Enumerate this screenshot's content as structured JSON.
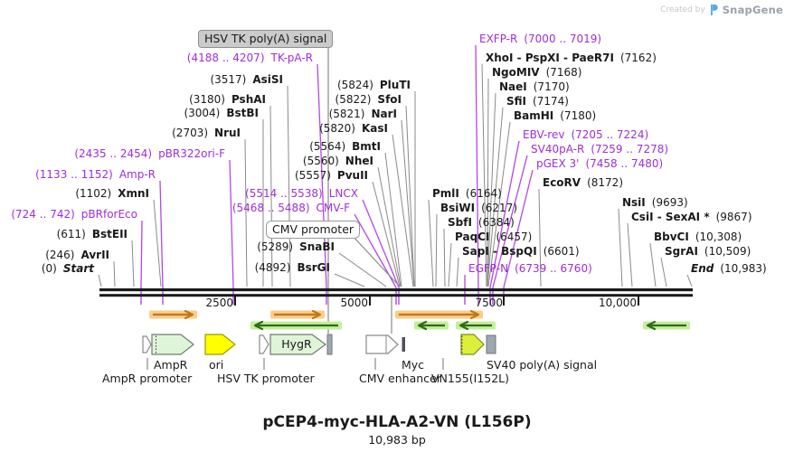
{
  "watermark": {
    "created_by": "Created by",
    "brand": "SnapGene"
  },
  "title": {
    "name": "pCEP4-myc-HLA-A2-VN (L156P)",
    "size": "10,983 bp"
  },
  "ruler": {
    "ticks": [
      "2500",
      "5000",
      "7500",
      "10,000"
    ]
  },
  "boxed_labels": {
    "hsv_tk_polya": "HSV TK poly(A) signal",
    "cmv_promoter": "CMV promoter"
  },
  "features": {
    "ampr": "AmpR",
    "ampr_promoter": "AmpR promoter",
    "ori": "ori",
    "hsv_tk_promoter": "HSV TK promoter",
    "hygr": "HygR",
    "cmv_enhancer": "CMV enhancer",
    "myc": "Myc",
    "vn155": "VN155(I152L)",
    "sv40_polya": "SV40 poly(A) signal"
  },
  "sites": [
    {
      "id": "start",
      "label": "Start",
      "pos": "(0)",
      "kind": "terminus"
    },
    {
      "id": "avrii",
      "label": "AvrII",
      "pos": "(246)",
      "kind": "enzyme"
    },
    {
      "id": "bsteii",
      "label": "BstEII",
      "pos": "(611)",
      "kind": "enzyme"
    },
    {
      "id": "pbrforeco",
      "label": "pBRforEco",
      "pos": "(724 .. 742)",
      "kind": "primer"
    },
    {
      "id": "xmni",
      "label": "XmnI",
      "pos": "(1102)",
      "kind": "enzyme"
    },
    {
      "id": "amp_r",
      "label": "Amp-R",
      "pos": "(1133 .. 1152)",
      "kind": "primer"
    },
    {
      "id": "pbr322ori_f",
      "label": "pBR322ori-F",
      "pos": "(2435 .. 2454)",
      "kind": "primer"
    },
    {
      "id": "nrui",
      "label": "NruI",
      "pos": "(2703)",
      "kind": "enzyme"
    },
    {
      "id": "bstbi",
      "label": "BstBI",
      "pos": "(3004)",
      "kind": "enzyme"
    },
    {
      "id": "pshai",
      "label": "PshAI",
      "pos": "(3180)",
      "kind": "enzyme"
    },
    {
      "id": "asisi",
      "label": "AsiSI",
      "pos": "(3517)",
      "kind": "enzyme"
    },
    {
      "id": "tk_pa_r",
      "label": "TK-pA-R",
      "pos": "(4188 .. 4207)",
      "kind": "primer"
    },
    {
      "id": "bsrgi",
      "label": "BsrGI",
      "pos": "(4892)",
      "kind": "enzyme"
    },
    {
      "id": "snabi",
      "label": "SnaBI",
      "pos": "(5289)",
      "kind": "enzyme"
    },
    {
      "id": "cmv_f",
      "label": "CMV-F",
      "pos": "(5468 .. 5488)",
      "kind": "primer"
    },
    {
      "id": "lncx",
      "label": "LNCX",
      "pos": "(5514 .. 5538)",
      "kind": "primer"
    },
    {
      "id": "pvuii",
      "label": "PvuII",
      "pos": "(5557)",
      "kind": "enzyme"
    },
    {
      "id": "nhei",
      "label": "NheI",
      "pos": "(5560)",
      "kind": "enzyme"
    },
    {
      "id": "bmti",
      "label": "BmtI",
      "pos": "(5564)",
      "kind": "enzyme"
    },
    {
      "id": "kasi",
      "label": "KasI",
      "pos": "(5820)",
      "kind": "enzyme"
    },
    {
      "id": "nari",
      "label": "NarI",
      "pos": "(5821)",
      "kind": "enzyme"
    },
    {
      "id": "sfoi",
      "label": "SfoI",
      "pos": "(5822)",
      "kind": "enzyme"
    },
    {
      "id": "pluti",
      "label": "PluTI",
      "pos": "(5824)",
      "kind": "enzyme"
    },
    {
      "id": "exfp_r",
      "label": "EXFP-R",
      "pos": "(7000 .. 7019)",
      "kind": "primer"
    },
    {
      "id": "xhoi",
      "label": "XhoI - PspXI - PaeR7I",
      "pos": "(7162)",
      "kind": "enzyme"
    },
    {
      "id": "ngomiv",
      "label": "NgoMIV",
      "pos": "(7168)",
      "kind": "enzyme"
    },
    {
      "id": "naei",
      "label": "NaeI",
      "pos": "(7170)",
      "kind": "enzyme"
    },
    {
      "id": "sfii",
      "label": "SfiI",
      "pos": "(7174)",
      "kind": "enzyme"
    },
    {
      "id": "bamhi",
      "label": "BamHI",
      "pos": "(7180)",
      "kind": "enzyme"
    },
    {
      "id": "ebv_rev",
      "label": "EBV-rev",
      "pos": "(7205 .. 7224)",
      "kind": "primer"
    },
    {
      "id": "sv40pa_r",
      "label": "SV40pA-R",
      "pos": "(7259 .. 7278)",
      "kind": "primer"
    },
    {
      "id": "pgex_3",
      "label": "pGEX 3'",
      "pos": "(7458 .. 7480)",
      "kind": "primer"
    },
    {
      "id": "ecorv",
      "label": "EcoRV",
      "pos": "(8172)",
      "kind": "enzyme"
    },
    {
      "id": "pmli",
      "label": "PmlI",
      "pos": "(6164)",
      "kind": "enzyme"
    },
    {
      "id": "bsiwi",
      "label": "BsiWI",
      "pos": "(6217)",
      "kind": "enzyme"
    },
    {
      "id": "sbfi",
      "label": "SbfI",
      "pos": "(6384)",
      "kind": "enzyme"
    },
    {
      "id": "paqci",
      "label": "PaqCI",
      "pos": "(6457)",
      "kind": "enzyme"
    },
    {
      "id": "sapi",
      "label": "SapI - BspQI",
      "pos": "(6601)",
      "kind": "enzyme"
    },
    {
      "id": "egfp_n",
      "label": "EGFP-N",
      "pos": "(6739 .. 6760)",
      "kind": "primer"
    },
    {
      "id": "nsii",
      "label": "NsiI",
      "pos": "(9693)",
      "kind": "enzyme"
    },
    {
      "id": "csii",
      "label": "CsiI - SexAI *",
      "pos": "(9867)",
      "kind": "enzyme"
    },
    {
      "id": "bbvci",
      "label": "BbvCI",
      "pos": "(10,308)",
      "kind": "enzyme"
    },
    {
      "id": "sgrai",
      "label": "SgrAI",
      "pos": "(10,509)",
      "kind": "enzyme"
    },
    {
      "id": "end",
      "label": "End",
      "pos": "(10,983)",
      "kind": "terminus"
    }
  ],
  "colors": {
    "primer_purple": "#9D2FD6",
    "leader_purple": "#B347E6",
    "leader_gray": "#8A8A8A",
    "map_black": "#1A1A1A",
    "orange_band": "#F8CD89",
    "orange_dark": "#C0761A",
    "green_band": "#C3EF9D",
    "green_dark": "#2E6B14",
    "feature_green": "#DFF5D8",
    "feature_green_stroke": "#6E7D6E",
    "feature_yellow": "#FFFF00",
    "feature_yellow_stroke": "#9B9B00",
    "feature_chartreuse": "#DCEF3A",
    "feature_chartreuse_stroke": "#7D8C1E",
    "feature_gray": "#9FA7B0",
    "feature_gray_stroke": "#6F767E",
    "myc_bar": "#4D5157",
    "white_feature_stroke": "#8A8A8A"
  }
}
